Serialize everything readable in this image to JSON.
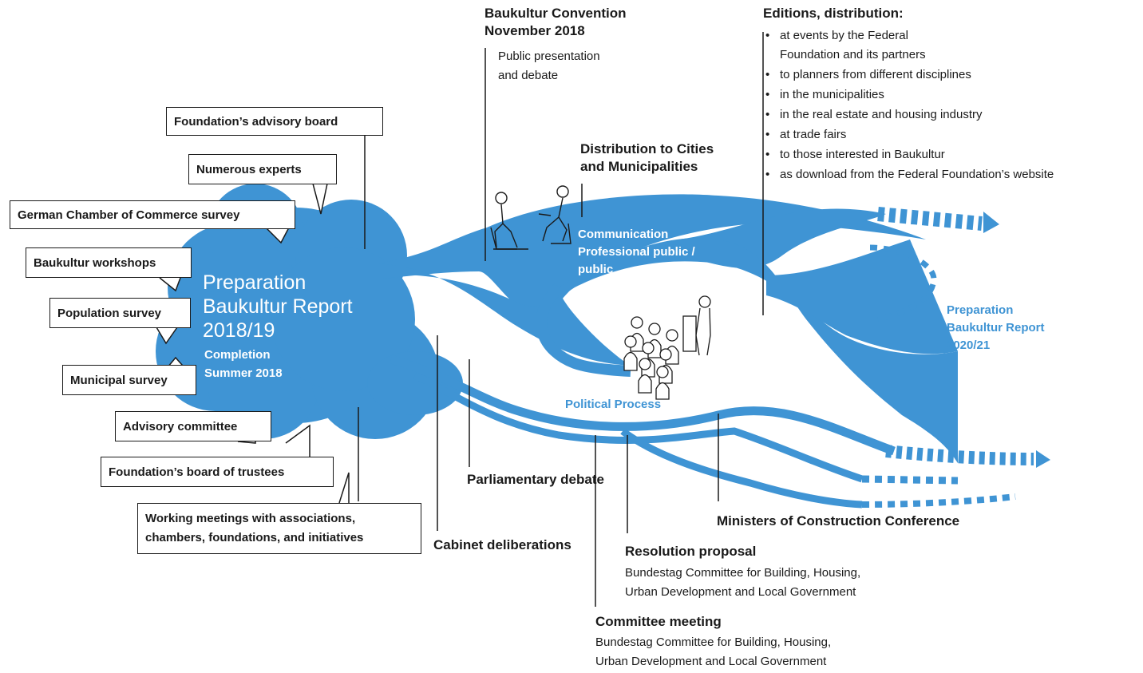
{
  "colors": {
    "flow_blue": "#3f94d4",
    "text": "#1a1a1a",
    "white": "#ffffff"
  },
  "cloud": {
    "title_lines": [
      "Preparation",
      "Baukultur Report",
      "2018/19"
    ],
    "sub_lines": [
      "Completion",
      "Summer 2018"
    ]
  },
  "inputs": [
    {
      "label": "Foundation’s advisory board"
    },
    {
      "label": "Numerous experts"
    },
    {
      "label": "German Chamber of Commerce survey"
    },
    {
      "label": "Baukultur workshops"
    },
    {
      "label": "Population survey"
    },
    {
      "label": "Municipal survey"
    },
    {
      "label": "Advisory committee"
    },
    {
      "label": "Foundation’s board of trustees"
    },
    {
      "label_lines": [
        "Working meetings with associations,",
        "chambers, foundations, and initiatives"
      ]
    }
  ],
  "convention": {
    "title_lines": [
      "Baukultur Convention",
      "November 2018"
    ],
    "sub_lines": [
      "Public presentation",
      "and debate"
    ]
  },
  "distribution": {
    "title_lines": [
      "Distribution to Cities",
      "and Municipalities"
    ]
  },
  "communication": {
    "lines": [
      "Communication",
      "Professional public /",
      "public"
    ]
  },
  "editions": {
    "title": "Editions, distribution:",
    "items": [
      "at events by the Federal",
      "Foundation and its partners",
      "to planners from different disciplines",
      "in the municipalities",
      "in the real estate and housing industry",
      "at trade fairs",
      "to those interested in Baukultur",
      "as download from the Federal Foundation’s website"
    ]
  },
  "next_report": {
    "lines": [
      "Preparation",
      "Baukultur Report",
      "2020/21"
    ]
  },
  "political_process": "Political Process",
  "parliamentary_debate": "Parliamentary debate",
  "cabinet": "Cabinet deliberations",
  "ministers": "Ministers of Construction Conference",
  "resolution": {
    "title": "Resolution proposal",
    "sub_lines": [
      "Bundestag Committee for Building, Housing,",
      "Urban Development and Local Government"
    ]
  },
  "committee": {
    "title": "Committee meeting",
    "sub_lines": [
      "Bundestag Committee for Building, Housing,",
      "Urban Development and Local Government"
    ]
  }
}
